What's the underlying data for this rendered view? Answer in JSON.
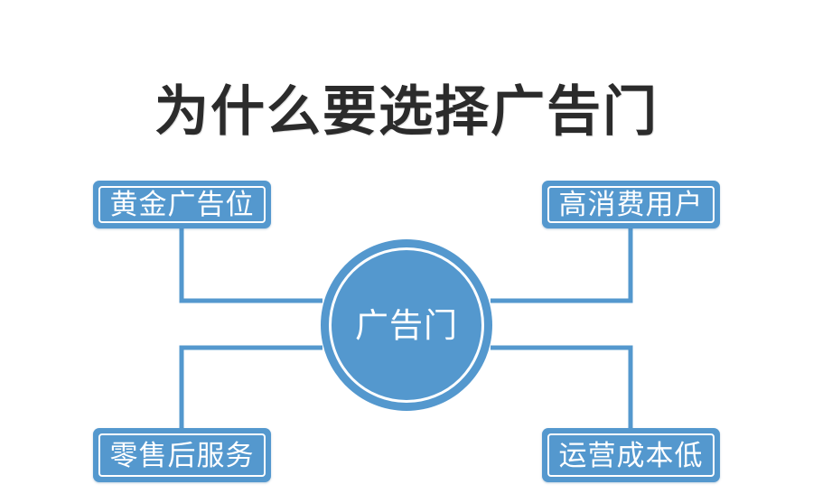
{
  "page": {
    "title": "为什么要选择广告门",
    "background_color": "#ffffff",
    "title_color": "#2b2b2b"
  },
  "diagram": {
    "type": "hub-and-spoke",
    "accent_color": "#5498ce",
    "outline_color": "#ffffff",
    "center": {
      "id": "center-hub",
      "label": "广告门",
      "shape": "circle"
    },
    "nodes": [
      {
        "id": "node-top-left",
        "label": "黄金广告位",
        "position": "top-left"
      },
      {
        "id": "node-top-right",
        "label": "高消费用户",
        "position": "top-right"
      },
      {
        "id": "node-bottom-left",
        "label": "零售后服务",
        "position": "bottom-left"
      },
      {
        "id": "node-bottom-right",
        "label": "运营成本低",
        "position": "bottom-right"
      }
    ],
    "connectors": [
      {
        "from": "node-top-left",
        "to": "center-hub",
        "style": "elbow"
      },
      {
        "from": "node-top-right",
        "to": "center-hub",
        "style": "elbow"
      },
      {
        "from": "node-bottom-left",
        "to": "center-hub",
        "style": "elbow"
      },
      {
        "from": "node-bottom-right",
        "to": "center-hub",
        "style": "elbow"
      }
    ]
  }
}
